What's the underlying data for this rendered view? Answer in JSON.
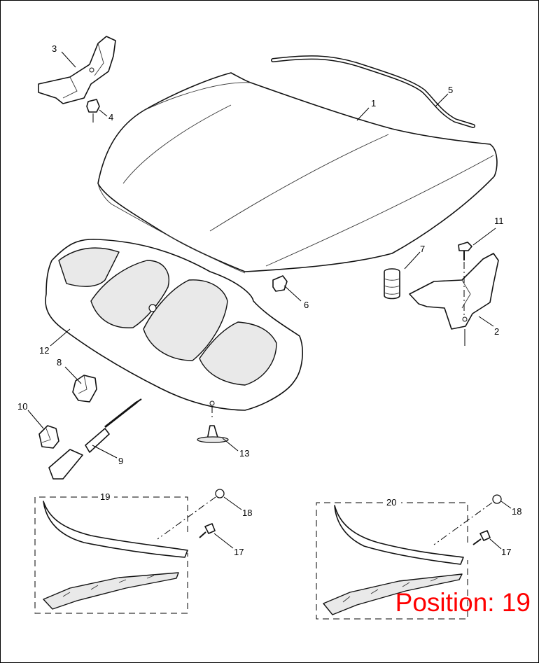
{
  "callouts": {
    "c1": "1",
    "c2": "2",
    "c3": "3",
    "c4": "4",
    "c5": "5",
    "c6": "6",
    "c7": "7",
    "c8": "8",
    "c9": "9",
    "c10": "10",
    "c11": "11",
    "c12": "12",
    "c13": "13",
    "c17a": "17",
    "c18a": "18",
    "c17b": "17",
    "c18b": "18",
    "c19": "19",
    "c20": "20"
  },
  "overlay": {
    "position_text": "Position: 19",
    "color": "#ff0000"
  }
}
